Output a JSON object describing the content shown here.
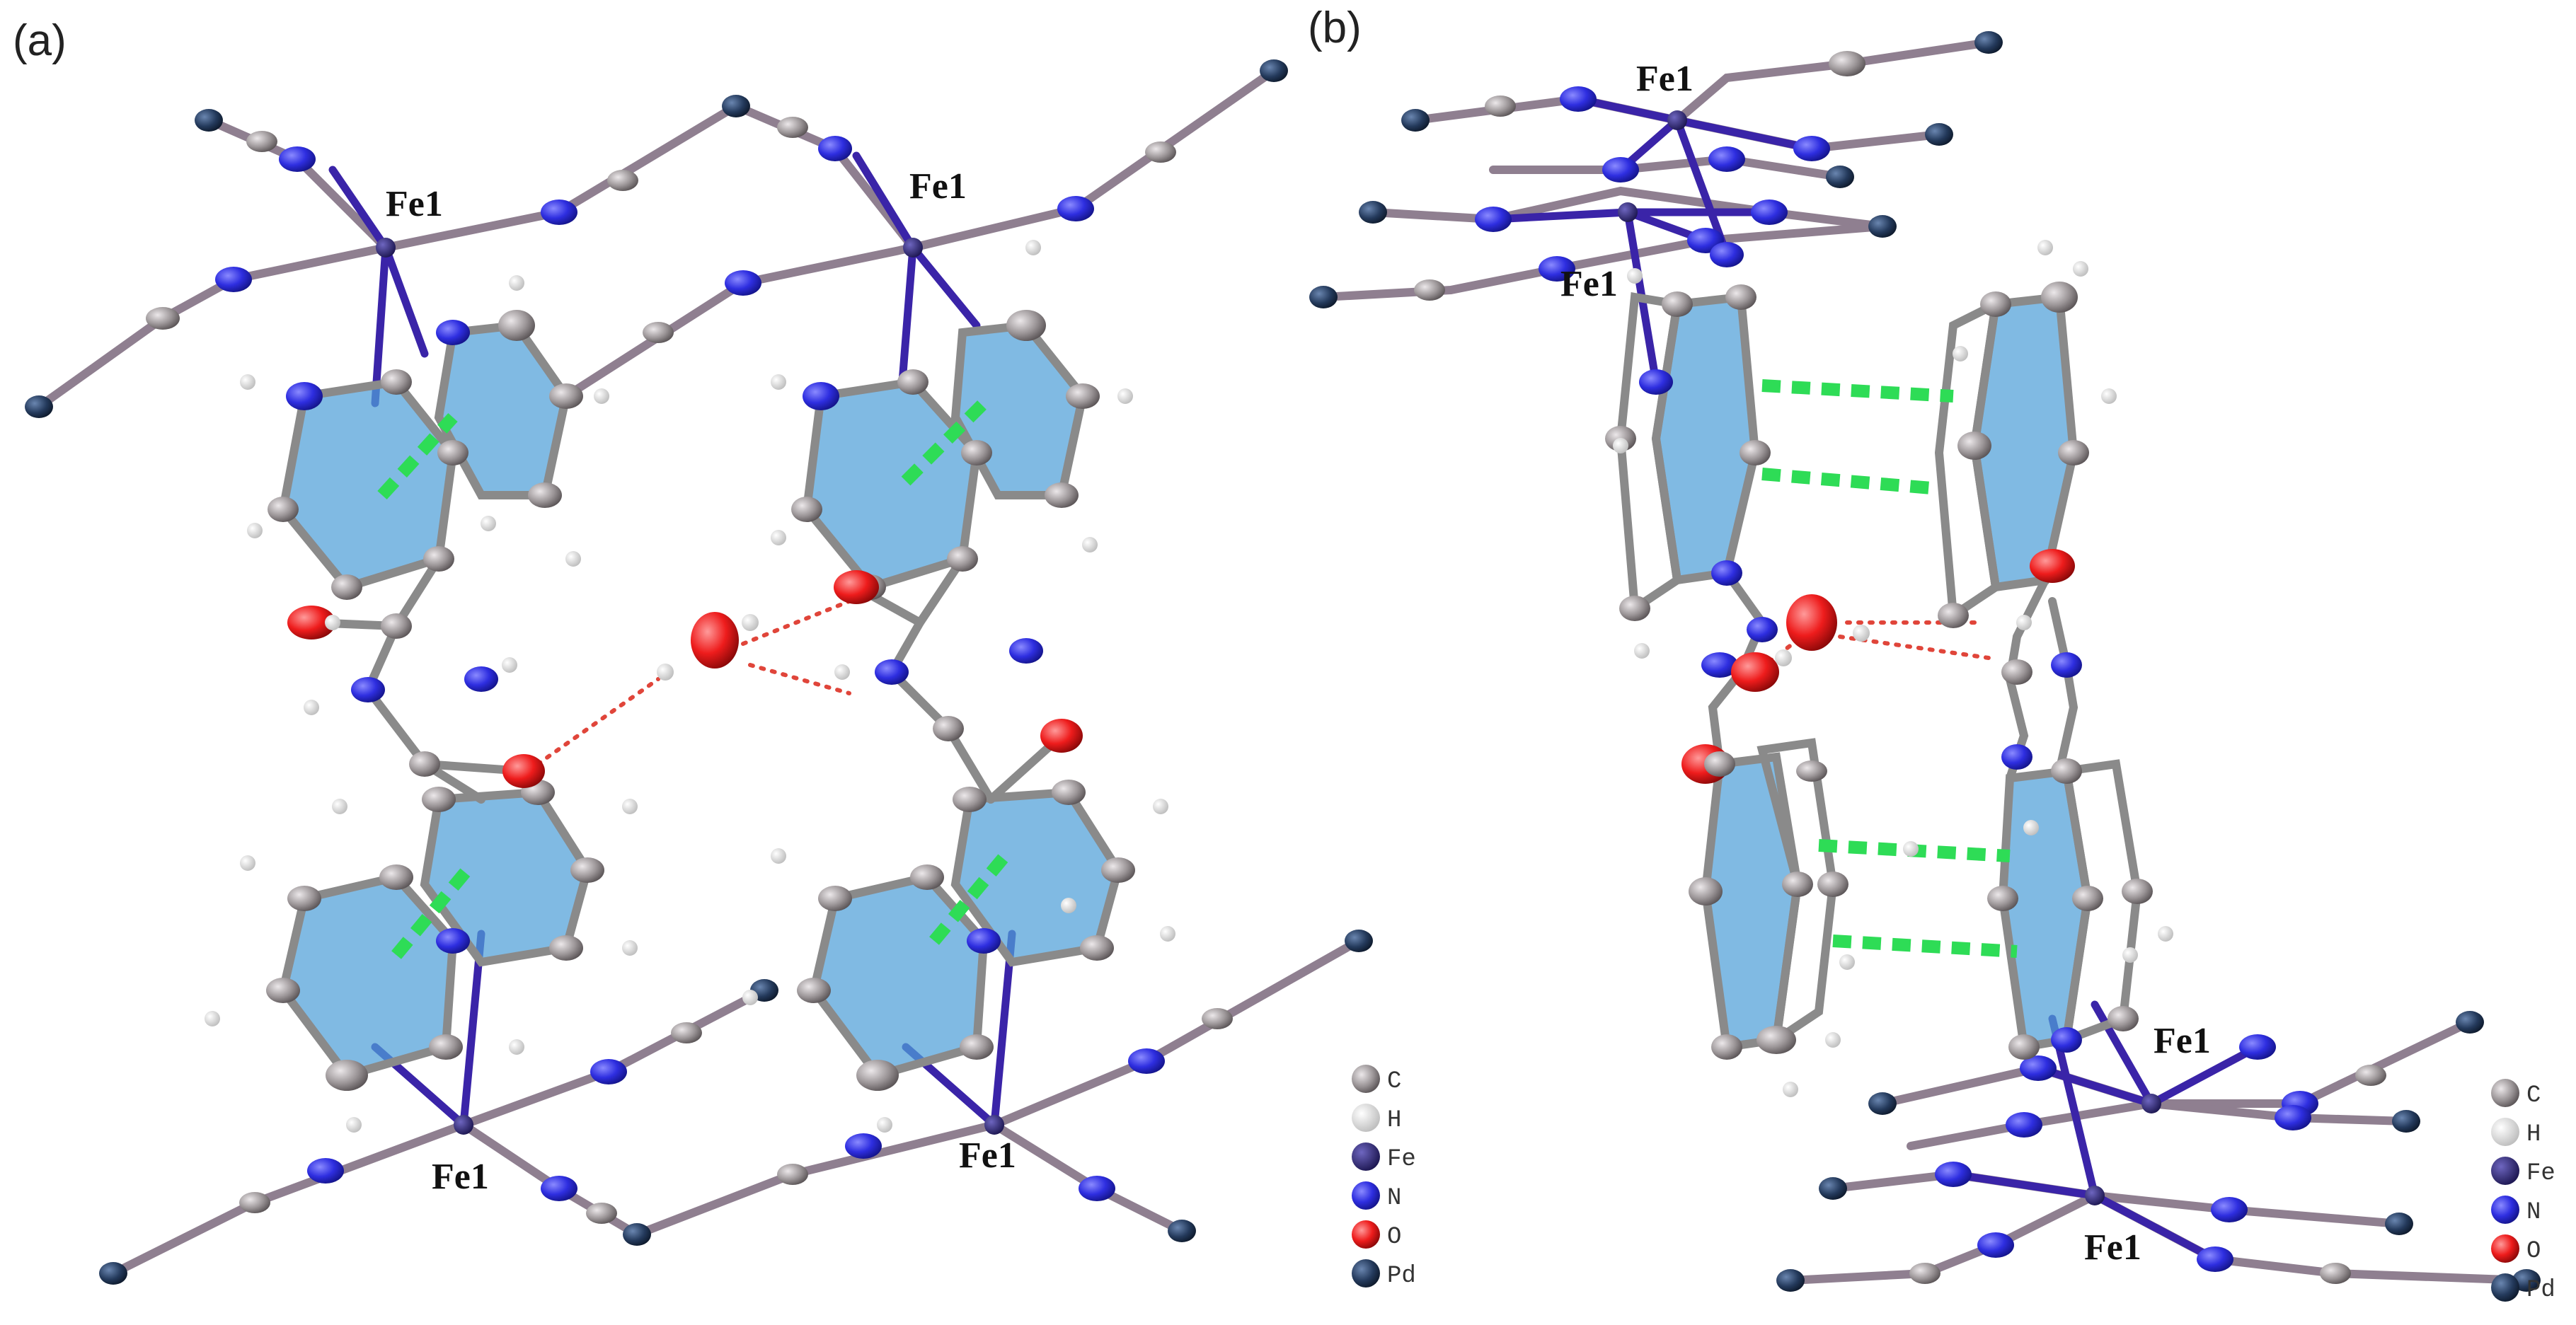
{
  "panels": [
    {
      "label": "(a)"
    },
    {
      "label": "(b)"
    }
  ],
  "atom_labels": {
    "fe1": "Fe1"
  },
  "legend": {
    "items": [
      {
        "symbol": "C",
        "color": "#8f8a8c"
      },
      {
        "symbol": "H",
        "color": "#e6e6e6"
      },
      {
        "symbol": "Fe",
        "color": "#2b2470"
      },
      {
        "symbol": "N",
        "color": "#2f2fe0"
      },
      {
        "symbol": "O",
        "color": "#ee1c1c"
      },
      {
        "symbol": "Pd",
        "color": "#243a5c"
      }
    ]
  },
  "colors": {
    "carbon": "#8f8a8c",
    "hydrogen": "#e8e8e8",
    "iron": "#2b2470",
    "nitrogen": "#2e2ee0",
    "oxygen": "#ee1c1c",
    "palladium": "#243a5c",
    "metal_bond": "#3a24a8",
    "ring_fill": "#4f9fd8",
    "hydrogen_bond": "#e0453a",
    "pi_stacking": "#2edc56"
  }
}
